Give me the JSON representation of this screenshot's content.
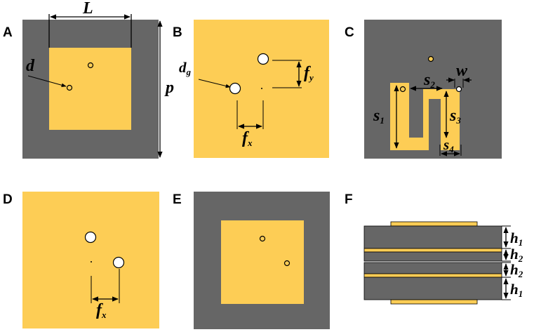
{
  "colors": {
    "substrate": "#666666",
    "metal": "#FDCD55",
    "line": "#000000",
    "background": "#ffffff"
  },
  "panels": [
    {
      "id": "A",
      "label": "A"
    },
    {
      "id": "B",
      "label": "B"
    },
    {
      "id": "C",
      "label": "C"
    },
    {
      "id": "D",
      "label": "D"
    },
    {
      "id": "E",
      "label": "E"
    },
    {
      "id": "F",
      "label": "F"
    }
  ],
  "annotations": {
    "L": "L",
    "d": "d",
    "p": "p",
    "dg_main": "d",
    "dg_sub": "g",
    "fy_main": "f",
    "fy_sub": "y",
    "fx_main": "f",
    "fx_sub": "x",
    "w": "w",
    "s1_main": "s",
    "s1_sub": "1",
    "s2_main": "s",
    "s2_sub": "2",
    "s3_main": "s",
    "s3_sub": "3",
    "s4_main": "s",
    "s4_sub": "4",
    "fxD_main": "f",
    "fxD_sub": "x",
    "h1_main": "h",
    "h1_sub": "1",
    "h2_main": "h",
    "h2_sub": "2",
    "h2b_main": "h",
    "h2b_sub": "2",
    "h1b_main": "h",
    "h1b_sub": "1"
  }
}
